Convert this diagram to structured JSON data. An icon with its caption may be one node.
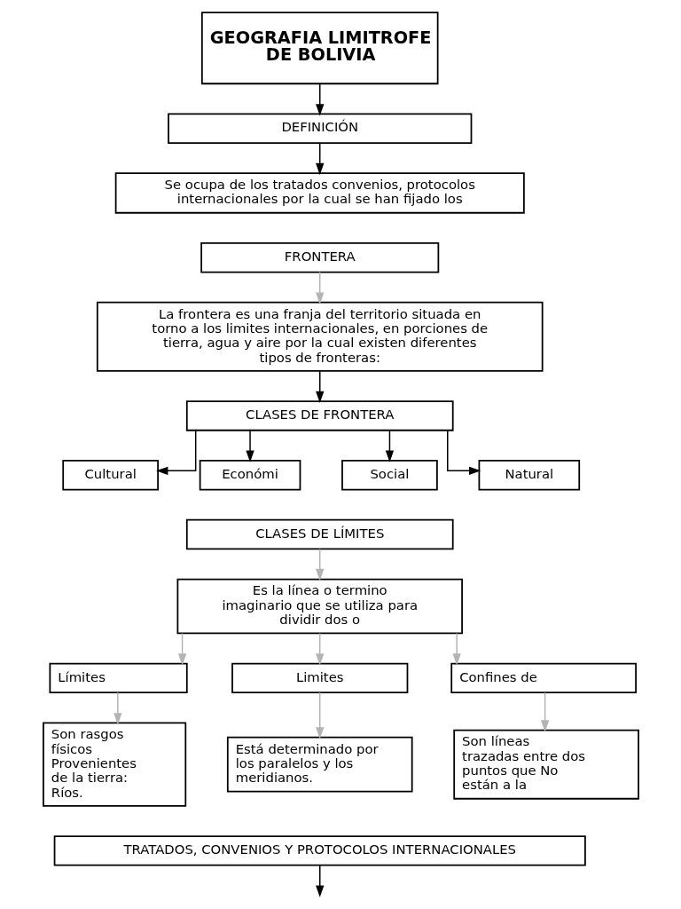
{
  "diagram": {
    "nodes": [
      {
        "text": [
          "GEOGRAFIA LIMITROFE DE BOLIVIA"
        ]
      },
      {
        "text": [
          "DEFINICIÓN"
        ]
      },
      {
        "text": [
          "Se ocupa de los tratados convenios, protocolos internacionales por la cual se han fijado los"
        ]
      },
      {
        "text": [
          "FRONTERA"
        ]
      },
      {
        "text": [
          "La frontera es una franja del territorio situada en torno a los limites internacionales, en porciones de tierra, agua y aire por la cual existen diferentes tipos de fronteras:"
        ]
      },
      {
        "text": [
          "CLASES DE FRONTERA"
        ]
      },
      {
        "text": [
          "Cultural"
        ]
      },
      {
        "text": [
          "Económi"
        ]
      },
      {
        "text": [
          "Social"
        ]
      },
      {
        "text": [
          "Natural"
        ]
      },
      {
        "text": [
          "CLASES DE LÍMITES"
        ]
      },
      {
        "text": [
          "Es la línea o termino imaginario que se utiliza para dividir dos o"
        ]
      },
      {
        "text": [
          "Límites"
        ]
      },
      {
        "text": [
          "Limites"
        ]
      },
      {
        "text": [
          "Confines de"
        ]
      },
      {
        "text": [
          "Son rasgos físicos Provenientes de la tierra: Ríos."
        ]
      },
      {
        "text": [
          "Está determinado por los paralelos y los meridianos."
        ]
      },
      {
        "text": [
          "Son líneas trazadas entre dos puntos que No están a la"
        ]
      },
      {
        "text": [
          "TRATADOS, CONVENIOS Y PROTOCOLOS INTERNACIONALES"
        ]
      }
    ],
    "edges": [
      {
        "from": 0,
        "to": 1,
        "arrow": "to"
      },
      {
        "from": 1,
        "to": 2,
        "arrow": "to"
      },
      {
        "from": 3,
        "to": 4,
        "arrow": "to",
        "color": "#b4b4b4"
      },
      {
        "from": 4,
        "to": 5,
        "arrow": "to"
      },
      {
        "from": 5,
        "to": 6,
        "arrow": "to"
      },
      {
        "from": 5,
        "to": 7,
        "arrow": "to"
      },
      {
        "from": 5,
        "to": 8,
        "arrow": "to"
      },
      {
        "from": 5,
        "to": 9,
        "arrow": "to"
      },
      {
        "from": 10,
        "to": 11,
        "arrow": "to",
        "color": "#b4b4b4"
      },
      {
        "from": 11,
        "to": 12,
        "arrow": "to",
        "color": "#b4b4b4"
      },
      {
        "from": 11,
        "to": 13,
        "arrow": "to",
        "color": "#b4b4b4"
      },
      {
        "from": 11,
        "to": 14,
        "arrow": "to",
        "color": "#b4b4b4"
      },
      {
        "from": 12,
        "to": 15,
        "arrow": "to",
        "color": "#b4b4b4"
      },
      {
        "from": 13,
        "to": 16,
        "arrow": "to",
        "color": "#b4b4b4"
      },
      {
        "from": 14,
        "to": 17,
        "arrow": "to",
        "color": "#b4b4b4"
      },
      {
        "from": 18,
        "to": null,
        "arrow": "to"
      }
    ]
  }
}
